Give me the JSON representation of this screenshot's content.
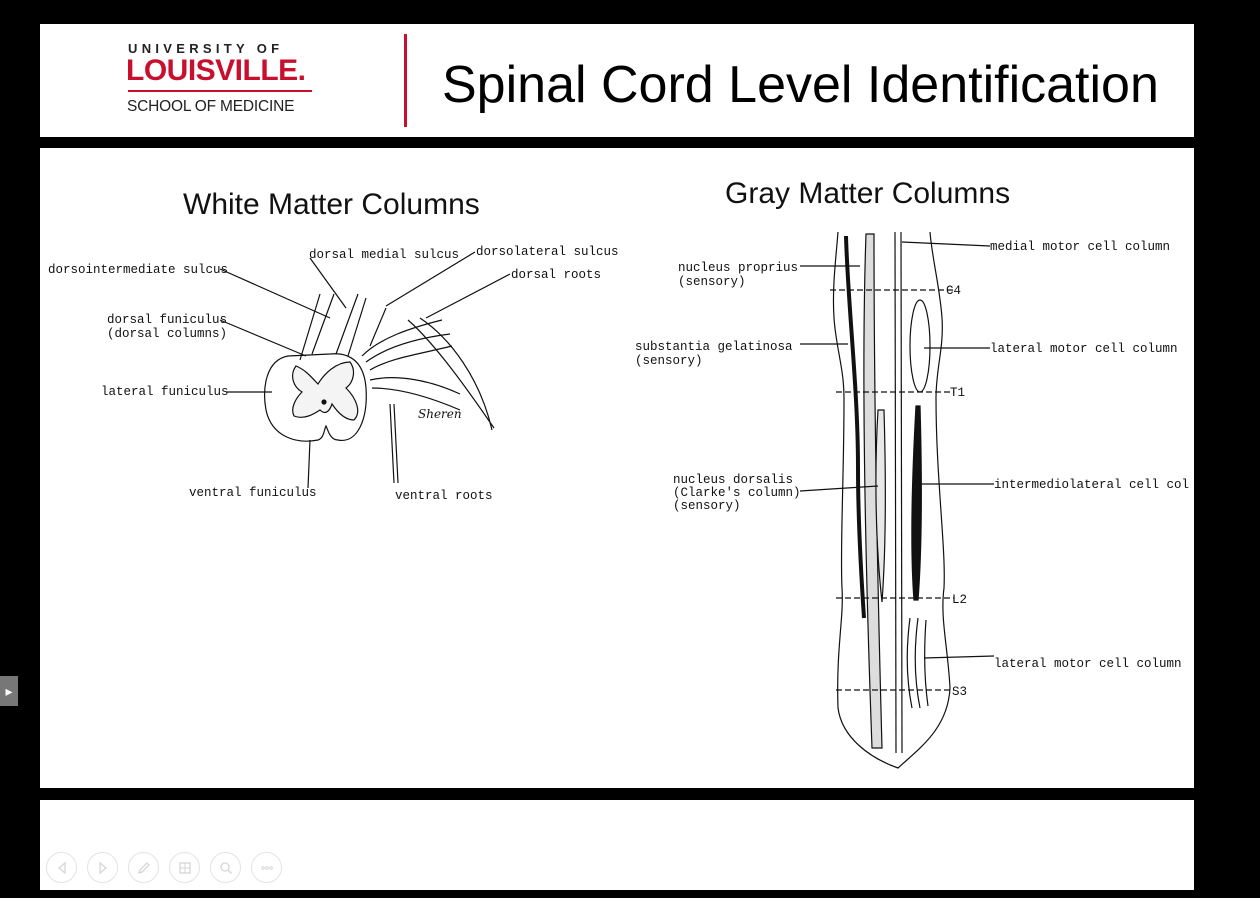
{
  "header": {
    "logo_top": "UNIVERSITY OF",
    "logo_name": "LOUISVILLE.",
    "logo_school": "SCHOOL OF MEDICINE",
    "title": "Spinal Cord Level Identification"
  },
  "white_matter": {
    "heading": "White Matter Columns",
    "labels": {
      "dorsointermediate": "dorsointermediate sulcus",
      "dorsal_medial": "dorsal medial sulcus",
      "dorsolateral": "dorsolateral sulcus",
      "dorsal_roots": "dorsal roots",
      "dorsal_funiculus_1": "dorsal funiculus",
      "dorsal_funiculus_2": "(dorsal columns)",
      "lateral_funiculus": "lateral funiculus",
      "ventral_funiculus": "ventral funiculus",
      "ventral_roots": "ventral roots",
      "signature": "Sheren"
    }
  },
  "gray_matter": {
    "heading": "Gray Matter Columns",
    "labels": {
      "medial_motor": "medial motor cell column",
      "nucleus_proprius_1": "nucleus proprius",
      "nucleus_proprius_2": "(sensory)",
      "c4": "C4",
      "substantia_1": "substantia  gelatinosa",
      "substantia_2": "(sensory)",
      "lateral_motor_upper": "lateral motor cell column",
      "t1": "T1",
      "nucleus_dorsalis_1": "nucleus dorsalis",
      "nucleus_dorsalis_2": "(Clarke's column)",
      "nucleus_dorsalis_3": "(sensory)",
      "intermediolateral": "intermediolateral cell col",
      "l2": "L2",
      "lateral_motor_lower": "lateral motor cell column",
      "s3": "S3"
    }
  },
  "controls": {
    "icons": [
      "previous-slide-icon",
      "next-slide-icon",
      "pen-icon",
      "slides-grid-icon",
      "zoom-icon",
      "more-options-icon"
    ]
  },
  "colors": {
    "brand_red": "#c8102e",
    "background": "#000000",
    "panel": "#ffffff"
  }
}
